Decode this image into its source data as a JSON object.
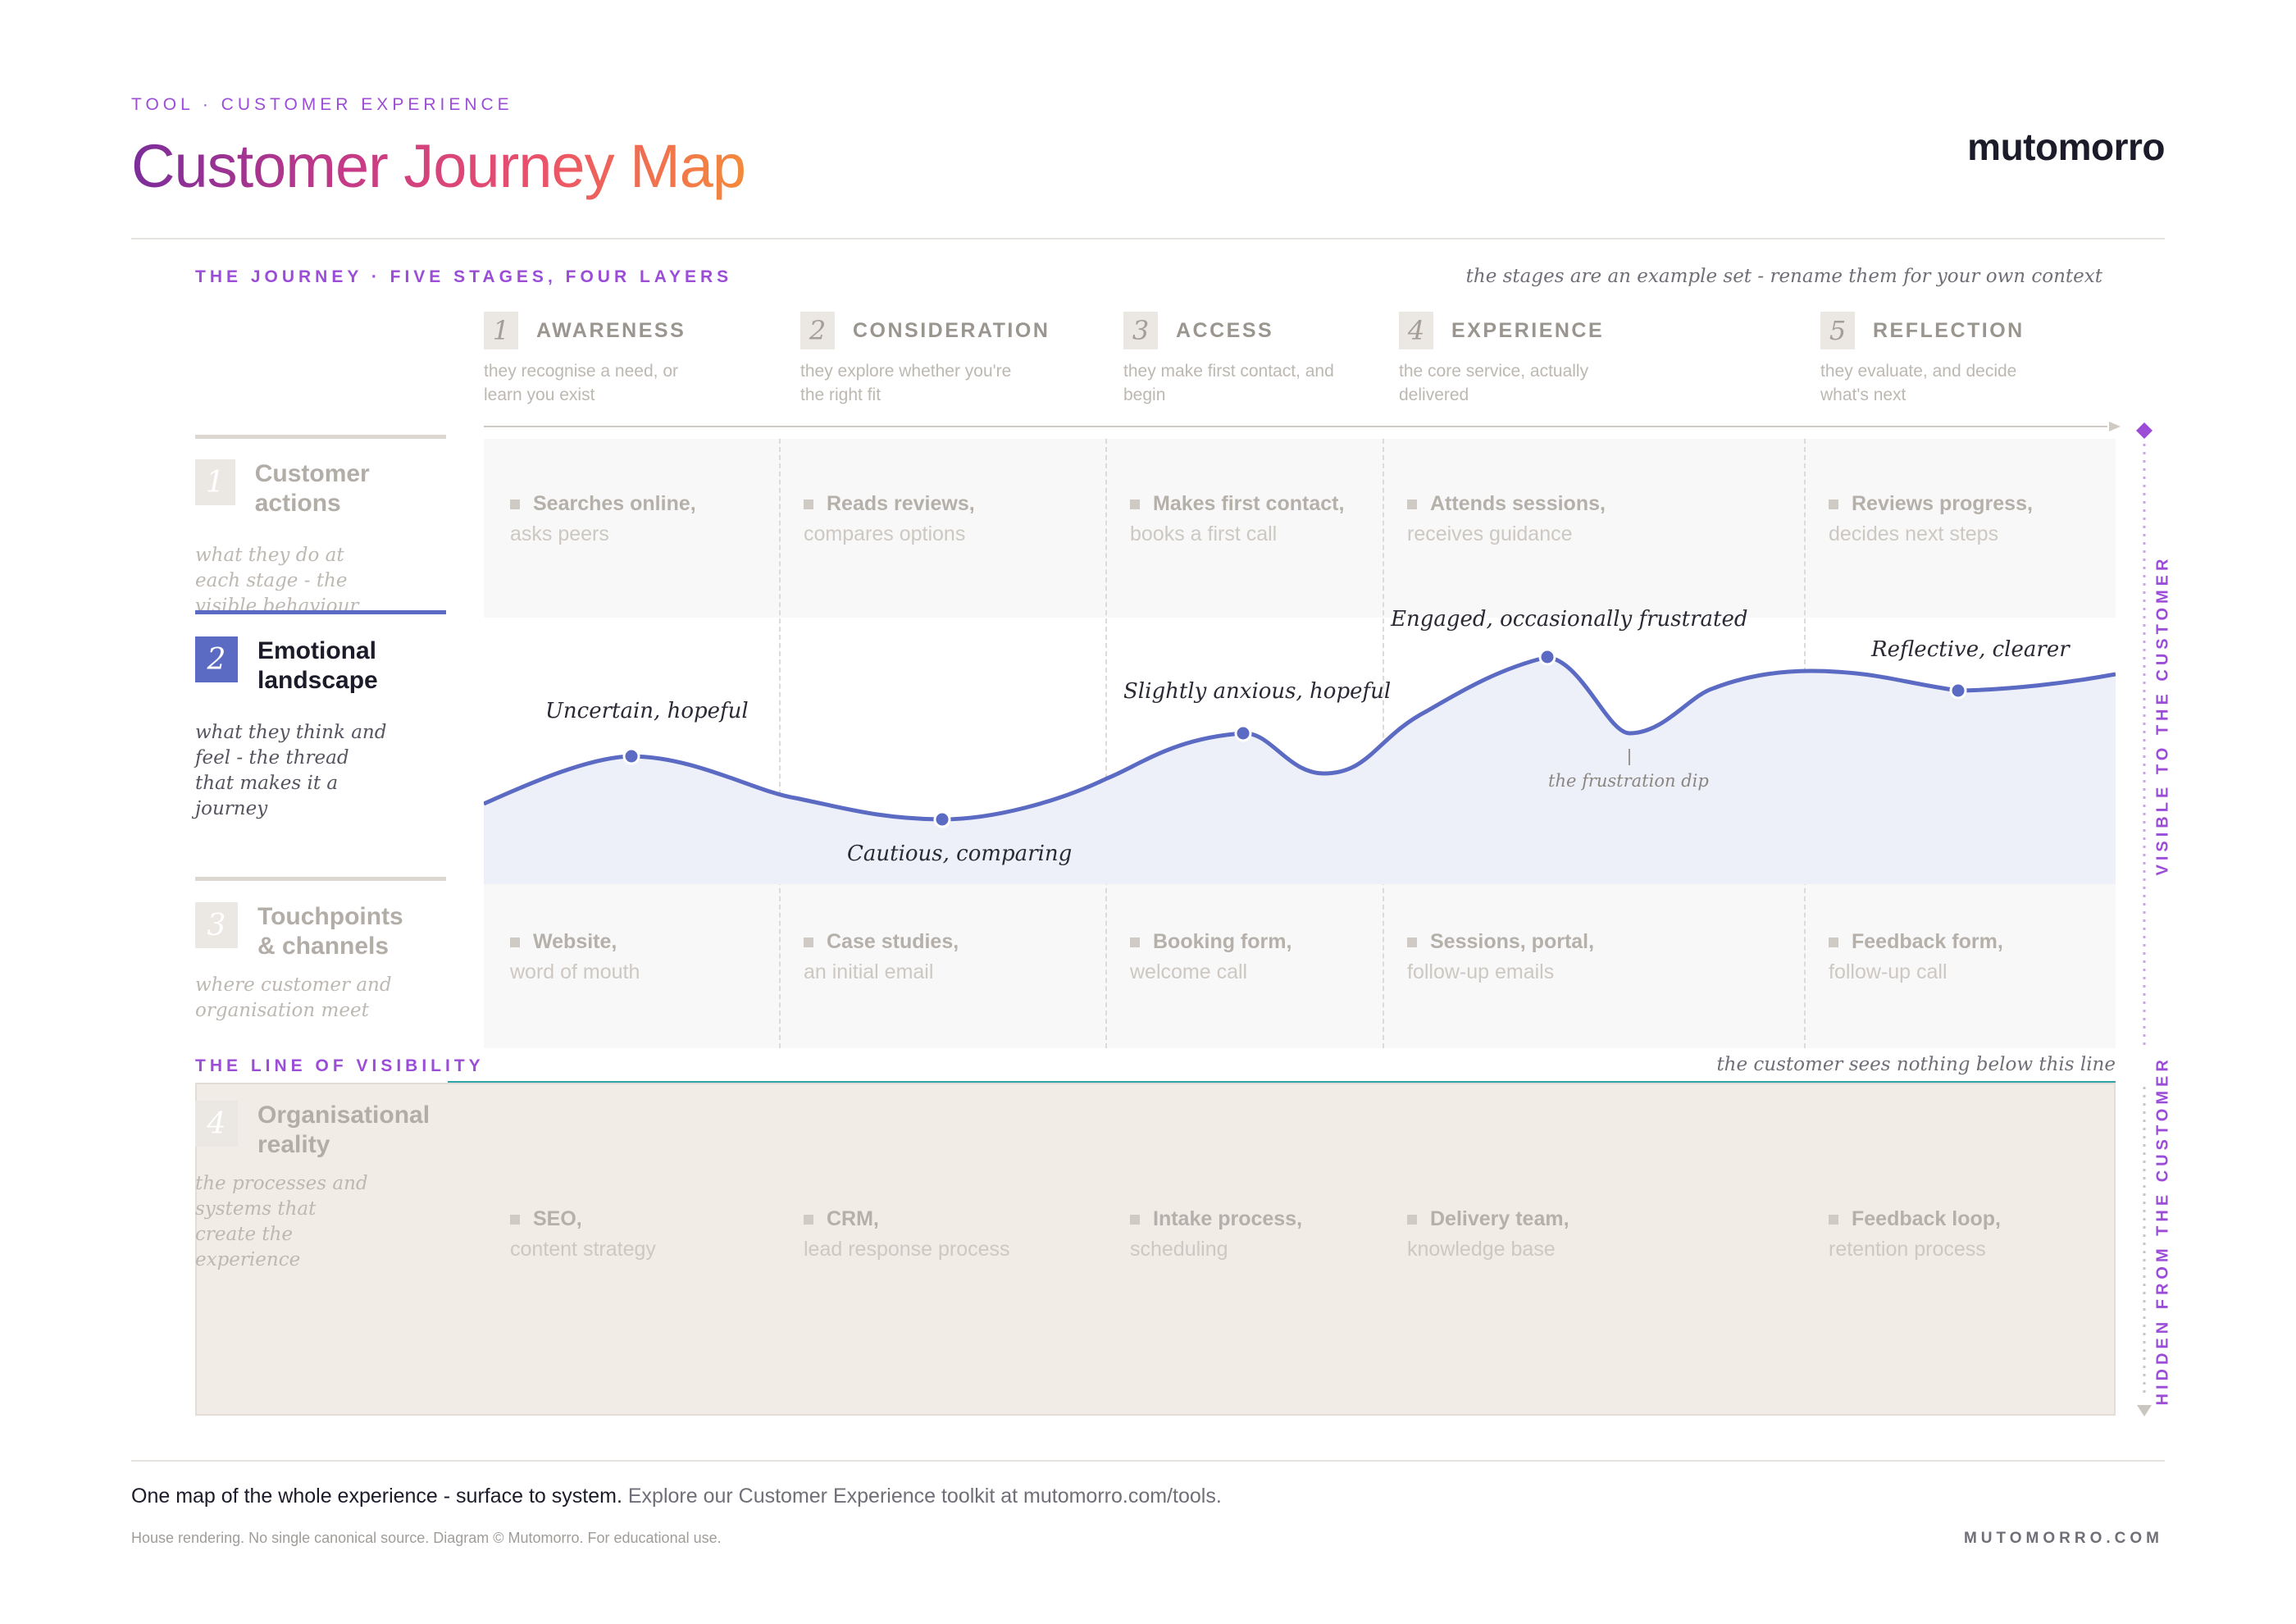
{
  "header": {
    "eyebrow": "TOOL · CUSTOMER EXPERIENCE",
    "title": "Customer Journey Map",
    "brand": "mutomorro"
  },
  "journey": {
    "section_label": "THE JOURNEY · FIVE STAGES, FOUR LAYERS",
    "note": "the stages are an example set - rename them for your own context",
    "stages": [
      {
        "num": "1",
        "name": "AWARENESS",
        "desc": "they recognise a need, or learn you exist"
      },
      {
        "num": "2",
        "name": "CONSIDERATION",
        "desc": "they explore whether you're the right fit"
      },
      {
        "num": "3",
        "name": "ACCESS",
        "desc": "they make first contact, and begin"
      },
      {
        "num": "4",
        "name": "EXPERIENCE",
        "desc": "the core service, actually delivered"
      },
      {
        "num": "5",
        "name": "REFLECTION",
        "desc": "they evaluate, and decide what's next"
      }
    ]
  },
  "layers": [
    {
      "num": "1",
      "title": "Customer actions",
      "desc": "what they do at each stage - the visible behaviour"
    },
    {
      "num": "2",
      "title": "Emotional landscape",
      "desc": "what they think and feel - the thread that makes it a journey"
    },
    {
      "num": "3",
      "title": "Touchpoints & channels",
      "desc": "where customer and organisation meet"
    },
    {
      "num": "4",
      "title": "Organisational reality",
      "desc": "the processes and systems that create the experience"
    }
  ],
  "actions": [
    {
      "bold": "Searches online,",
      "sub": "asks peers"
    },
    {
      "bold": "Reads reviews,",
      "sub": "compares options"
    },
    {
      "bold": "Makes first contact,",
      "sub": "books a first call"
    },
    {
      "bold": "Attends sessions,",
      "sub": "receives guidance"
    },
    {
      "bold": "Reviews progress,",
      "sub": "decides next steps"
    }
  ],
  "emotions": {
    "points": [
      "Uncertain, hopeful",
      "Cautious, comparing",
      "Slightly anxious, hopeful",
      "Engaged, occasionally frustrated",
      "Reflective, clearer"
    ],
    "dip_note": "the frustration dip"
  },
  "touchpoints": [
    {
      "bold": "Website,",
      "sub": "word of mouth"
    },
    {
      "bold": "Case studies,",
      "sub": "an initial email"
    },
    {
      "bold": "Booking form,",
      "sub": "welcome call"
    },
    {
      "bold": "Sessions, portal,",
      "sub": "follow-up emails"
    },
    {
      "bold": "Feedback form,",
      "sub": "follow-up call"
    }
  ],
  "visibility": {
    "label": "THE LINE OF VISIBILITY",
    "note": "the customer sees nothing below this line",
    "above": "VISIBLE TO THE CUSTOMER",
    "below": "HIDDEN FROM THE CUSTOMER"
  },
  "organisation": [
    {
      "bold": "SEO,",
      "sub": "content strategy"
    },
    {
      "bold": "CRM,",
      "sub": "lead response process"
    },
    {
      "bold": "Intake process,",
      "sub": "scheduling"
    },
    {
      "bold": "Delivery team,",
      "sub": "knowledge base"
    },
    {
      "bold": "Feedback loop,",
      "sub": "retention process"
    }
  ],
  "footer": {
    "lead": "One map of the whole experience - surface to system.",
    "rest": "Explore our Customer Experience toolkit at mutomorro.com/tools.",
    "small": "House rendering. No single canonical source. Diagram © Mutomorro. For educational use.",
    "right": "MUTOMORRO.COM"
  },
  "colors": {
    "accent_purple": "#9b4dd8",
    "emotion_line": "#5b6ac2",
    "emotion_fill": "#eef0f9",
    "org_fill": "#f1ece6",
    "visibility_line": "#2fa3a8"
  }
}
